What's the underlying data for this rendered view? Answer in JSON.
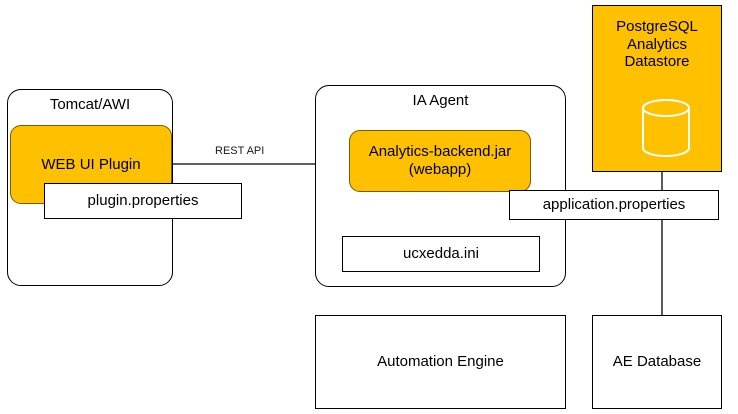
{
  "diagram": {
    "type": "architecture-diagram",
    "background_color": "#ffffff",
    "accent_color": "#FFC000",
    "line_color": "#000000",
    "containers": [
      {
        "id": "tomcat",
        "label": "Tomcat/AWI"
      },
      {
        "id": "ia-agent",
        "label": "IA Agent"
      }
    ],
    "components": [
      {
        "id": "web-ui-plugin",
        "label": "WEB UI Plugin",
        "style": "accent"
      },
      {
        "id": "analytics-backend",
        "label_line1": "Analytics-backend.jar",
        "label_line2": "(webapp)",
        "style": "accent"
      },
      {
        "id": "postgresql-datastore",
        "label_line1": "PostgreSQL",
        "label_line2": "Analytics",
        "label_line3": "Datastore",
        "style": "accent-square",
        "icon": "database-cylinder-icon"
      }
    ],
    "config_files": [
      {
        "id": "plugin-properties",
        "label": "plugin.properties"
      },
      {
        "id": "ucxedda-ini",
        "label": "ucxedda.ini"
      },
      {
        "id": "application-properties",
        "label": "application.properties"
      }
    ],
    "external_systems": [
      {
        "id": "automation-engine",
        "label": "Automation Engine"
      },
      {
        "id": "ae-database",
        "label": "AE Database"
      }
    ],
    "connections": [
      {
        "id": "rest-api",
        "label": "REST API",
        "from": "web-ui-plugin",
        "to": "ia-agent"
      },
      {
        "id": "backend-to-ucxedda",
        "label": "",
        "from": "analytics-backend",
        "to": "ucxedda-ini"
      },
      {
        "id": "backend-to-appprops",
        "label": "",
        "from": "analytics-backend",
        "to": "application-properties"
      },
      {
        "id": "datastore-to-appprops",
        "label": "",
        "from": "postgresql-datastore",
        "to": "application-properties"
      },
      {
        "id": "appprops-to-aedb",
        "label": "",
        "from": "application-properties",
        "to": "ae-database"
      }
    ]
  }
}
